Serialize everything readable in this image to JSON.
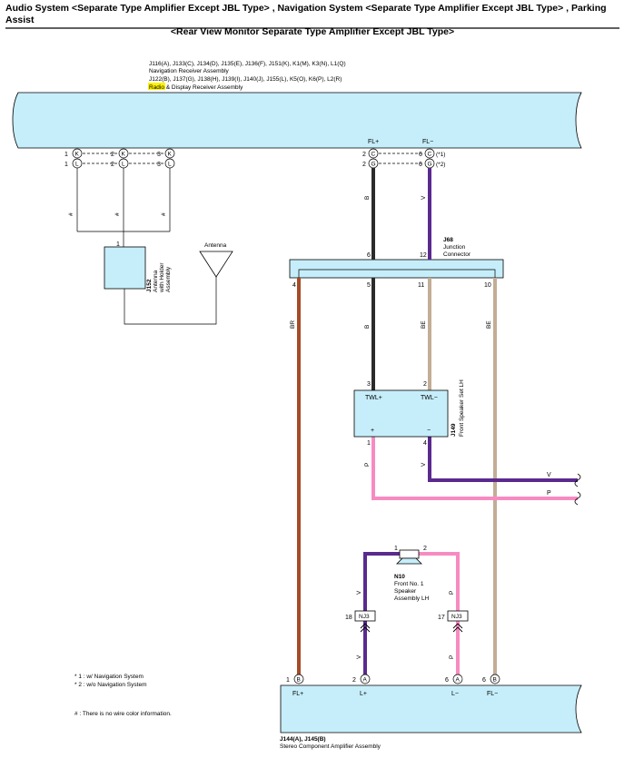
{
  "title": {
    "line1": "Audio System <Separate Type Amplifier Except JBL Type> , Navigation System <Separate Type Amplifier Except JBL Type> , Parking Assist",
    "line2": "<Rear View Monitor Separate Type Amplifier Except JBL Type>"
  },
  "receiver": {
    "codes1": "J116(A), J133(C), J134(D), J135(E), J136(F), J151(K), K1(M), K3(N), L1(Q)",
    "name1": "Navigation Receiver Assembly",
    "codes2": "J122(B), J137(G), J138(H), J139(I), J140(J), J155(L), K5(O), K6(P), L2(R)",
    "name2_highlight": "Radio",
    "name2_rest": " & Display Receiver Assembly",
    "fl_plus": "FL+",
    "fl_minus": "FL−",
    "note1": "(*1)",
    "note2": "(*2)"
  },
  "pins": {
    "p1": "1",
    "p2": "2",
    "p3": "3",
    "p4": "4",
    "p5": "5",
    "p6": "6",
    "p10": "10",
    "p11": "11",
    "p12": "12",
    "p17": "17",
    "p18": "18",
    "K": "K",
    "L": "L",
    "C": "C",
    "G": "G",
    "A": "A",
    "B": "B"
  },
  "wire_colors": {
    "B": "B",
    "V": "V",
    "BR": "BR",
    "BE": "BE",
    "P": "P",
    "hash": "#"
  },
  "antenna_holder": {
    "code": "J152",
    "name1": "Antenna",
    "name2": "with Holder",
    "name3": "Assembly"
  },
  "antenna": {
    "label": "Antenna"
  },
  "junction": {
    "code": "J68",
    "name1": "Junction",
    "name2": "Connector"
  },
  "speaker_set": {
    "code": "J149",
    "name": "Front Speaker Set LH",
    "twl_plus": "TWL+",
    "twl_minus": "TWL−",
    "plus": "+",
    "minus": "−"
  },
  "speaker_n10": {
    "code": "N10",
    "name1": "Front No. 1",
    "name2": "Speaker",
    "name3": "Assembly LH"
  },
  "connector_nj3": {
    "label": "NJ3"
  },
  "amplifier": {
    "codes": "J144(A), J145(B)",
    "name": "Stereo Component Amplifier Assembly",
    "fl_plus": "FL+",
    "l_plus": "L+",
    "l_minus": "L−",
    "fl_minus": "FL−"
  },
  "legend": {
    "n1": "* 1 : w/ Navigation System",
    "n2": "* 2 : w/o Navigation System",
    "n3": "# : There is no wire color information."
  },
  "colors": {
    "component_fill": "#c6eefa",
    "wire_black": "#2b2b2b",
    "wire_violet": "#5a2a8e",
    "wire_brown": "#a64b25",
    "wire_beige": "#c3ad96",
    "wire_pink": "#f78bc1",
    "highlight": "#fff200"
  }
}
